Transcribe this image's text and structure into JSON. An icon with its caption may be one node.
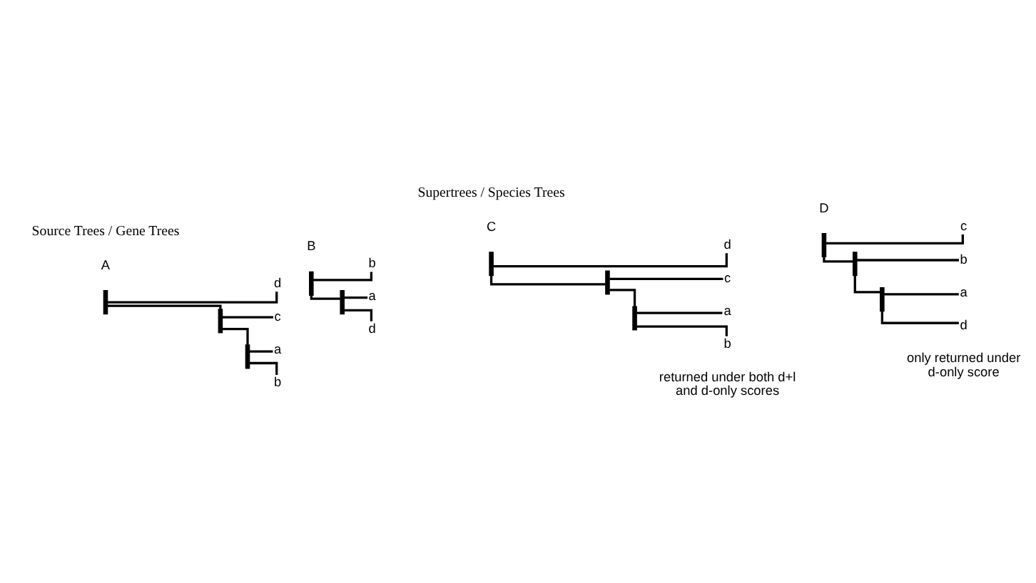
{
  "diagram": {
    "nodes": [
      {
        "text": [],
        "shape": "bar"
      },
      {
        "text": [
          "d"
        ]
      },
      {
        "text": [],
        "shape": "bar"
      },
      {
        "text": [
          "c"
        ]
      },
      {
        "text": [],
        "shape": "bar"
      },
      {
        "text": [
          "a"
        ]
      },
      {
        "text": [
          "b"
        ]
      },
      {
        "text": [],
        "shape": "bar"
      },
      {
        "text": [
          "b"
        ]
      },
      {
        "text": [],
        "shape": "bar"
      },
      {
        "text": [
          "a"
        ]
      },
      {
        "text": [
          "d"
        ]
      },
      {
        "text": [],
        "shape": "bar"
      },
      {
        "text": [
          "d"
        ]
      },
      {
        "text": [],
        "shape": "bar"
      },
      {
        "text": [
          "c"
        ]
      },
      {
        "text": [],
        "shape": "bar"
      },
      {
        "text": [
          "a"
        ]
      },
      {
        "text": [
          "b"
        ]
      },
      {
        "text": [],
        "shape": "bar"
      },
      {
        "text": [
          "c"
        ]
      },
      {
        "text": [],
        "shape": "bar"
      },
      {
        "text": [
          "b"
        ]
      },
      {
        "text": [],
        "shape": "bar"
      },
      {
        "text": [
          "a"
        ]
      },
      {
        "text": [
          "d"
        ]
      }
    ],
    "edges": [
      {
        "from": 0,
        "to": 1,
        "arrow": "none"
      },
      {
        "from": 0,
        "to": 2,
        "arrow": "none"
      },
      {
        "from": 2,
        "to": 3,
        "arrow": "none"
      },
      {
        "from": 2,
        "to": 4,
        "arrow": "none"
      },
      {
        "from": 4,
        "to": 5,
        "arrow": "none"
      },
      {
        "from": 4,
        "to": 6,
        "arrow": "none"
      },
      {
        "from": 7,
        "to": 8,
        "arrow": "none"
      },
      {
        "from": 7,
        "to": 9,
        "arrow": "none"
      },
      {
        "from": 9,
        "to": 10,
        "arrow": "none"
      },
      {
        "from": 9,
        "to": 11,
        "arrow": "none"
      },
      {
        "from": 12,
        "to": 13,
        "arrow": "none"
      },
      {
        "from": 12,
        "to": 14,
        "arrow": "none"
      },
      {
        "from": 14,
        "to": 15,
        "arrow": "none"
      },
      {
        "from": 14,
        "to": 16,
        "arrow": "none"
      },
      {
        "from": 16,
        "to": 17,
        "arrow": "none"
      },
      {
        "from": 16,
        "to": 18,
        "arrow": "none"
      },
      {
        "from": 19,
        "to": 20,
        "arrow": "none"
      },
      {
        "from": 19,
        "to": 21,
        "arrow": "none"
      },
      {
        "from": 21,
        "to": 22,
        "arrow": "none"
      },
      {
        "from": 21,
        "to": 23,
        "arrow": "none"
      },
      {
        "from": 23,
        "to": 24,
        "arrow": "none"
      },
      {
        "from": 23,
        "to": 25,
        "arrow": "none"
      }
    ],
    "labels": [
      "Source Trees / Gene Trees",
      "Supertrees / Species Trees",
      "A",
      "B",
      "C",
      "D",
      "returned under both d+l and d-only scores",
      "only returned under d-only score"
    ]
  }
}
